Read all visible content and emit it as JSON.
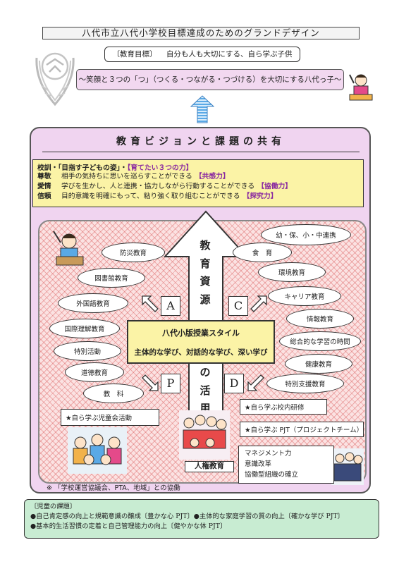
{
  "header": {
    "title": "八代市立八代小学校目標達成のためのグランドデザイン",
    "goal_tag": "〔教育目標〕",
    "goal_text": "自分も人も大切にする、自ら学ぶ子供",
    "slogan": "～笑顔と３つの「つ」（つくる・つながる・つづける）を大切にする八代っ子～"
  },
  "vision": {
    "heading": "教育ビジョンと課題の共有",
    "motto_head_a": "校訓・「目指す子どもの姿」・",
    "motto_head_b": "【育てたい３つの力】",
    "rows": [
      {
        "key": "尊敬",
        "text": "相手の気持ちに思いを巡らすことができる",
        "skill": "【共感力】"
      },
      {
        "key": "愛情",
        "text": "学びを生かし、人と連携・協力しながら行動することができる",
        "skill": "【協働力】"
      },
      {
        "key": "信頼",
        "text": "目的意識を明確にもって、粘り強く取り組むことができる",
        "skill": "【探究力】"
      }
    ]
  },
  "arrow_text": [
    "教",
    "育",
    "資",
    "源",
    "の",
    "活",
    "用"
  ],
  "left_items": [
    "防災教育",
    "図書館教育",
    "外国語教育",
    "国際理解教育",
    "特別活動",
    "道徳教育",
    "教　科"
  ],
  "right_items": [
    "幼・保、小・中連携",
    "食　育",
    "環境教育",
    "キャリア教育",
    "情報教育",
    "総合的な学習の時間",
    "健康教育",
    "特別支援教育"
  ],
  "pdca": {
    "a": "A",
    "c": "C",
    "p": "P",
    "d": "D"
  },
  "style_box": {
    "title": "八代小版授業スタイル",
    "subtitle": "主体的な学び、対話的な学び、深い学び"
  },
  "rect_labels": {
    "council": "★自ら学ぶ児童会活動",
    "training": "★自ら学ぶ校内研修",
    "pjt": "★自ら学ぶ PJT（プロジェクトチーム）"
  },
  "jinken": "人権教育",
  "management": [
    "マネジメント力",
    "意識改革",
    "協働型組織の確立"
  ],
  "note": "※ 「学校運営協議会、PTA、地域」との協働",
  "issues": {
    "head": "〔児童の課題〕",
    "lines": [
      "●自己肯定感の向上と規範意識の醸成〔豊かな心 PJT〕●主体的な家庭学習の質の向上〔確かな学び PJT〕",
      "●基本的生活習慣の定着と自己管理能力の向上〔健やかな体 PJT〕"
    ]
  }
}
